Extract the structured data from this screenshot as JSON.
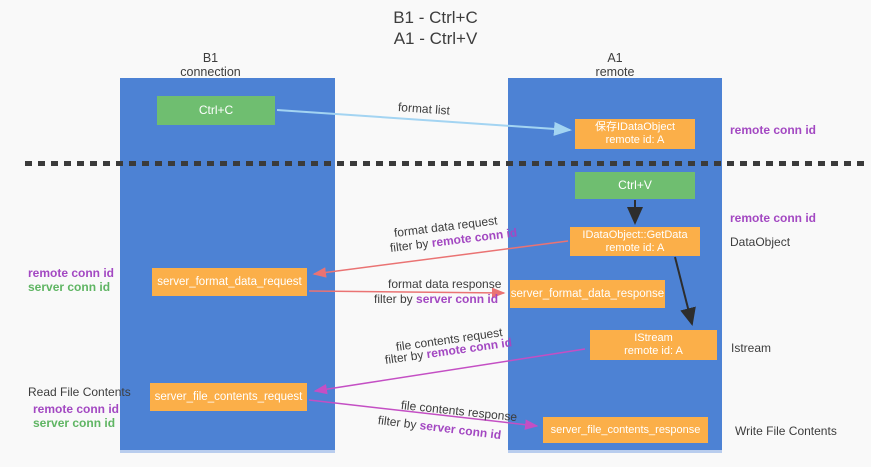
{
  "title": {
    "line1": "B1 - Ctrl+C",
    "line2": "A1 - Ctrl+V"
  },
  "lanes": {
    "left": {
      "name": "B1",
      "role": "connection"
    },
    "right": {
      "name": "A1",
      "role": "remote"
    }
  },
  "boxes": {
    "ctrl_c": {
      "label": "Ctrl+C"
    },
    "save_dataobject": {
      "line1": "保存IDataObject",
      "line2": "remote id: A"
    },
    "ctrl_v": {
      "label": "Ctrl+V"
    },
    "getdata": {
      "line1": "IDataObject::GetData",
      "line2": "remote id: A"
    },
    "format_request": {
      "label": "server_format_data_request"
    },
    "format_response": {
      "label": "server_format_data_response"
    },
    "istream": {
      "line1": "IStream",
      "line2": "remote id: A"
    },
    "file_request": {
      "label": "server_file_contents_request"
    },
    "file_response": {
      "label": "server_file_contents_response"
    }
  },
  "arrow_labels": {
    "format_list": "format list",
    "format_data_request": "format data request",
    "filter_remote_1": {
      "prefix": "filter by ",
      "highlight": "remote conn id"
    },
    "format_data_response": "format data response",
    "filter_server_1": {
      "prefix": "filter by ",
      "highlight": "server conn id"
    },
    "file_contents_request": "file contents request",
    "filter_remote_2": {
      "prefix": "filter by ",
      "highlight": "remote conn id"
    },
    "file_contents_response": "file contents response",
    "filter_server_2": {
      "prefix": "filter by ",
      "highlight": "server conn id"
    }
  },
  "side_labels": {
    "right_remote_top": "remote conn id",
    "right_remote_mid": "remote conn id",
    "dataobject": "DataObject",
    "istream": "Istream",
    "write_file": "Write File Contents",
    "left_remote_top": "remote conn id",
    "left_server_top": "server conn id",
    "read_file": "Read File Contents",
    "left_remote_bottom": "remote conn id",
    "left_server_bottom": "server conn id"
  },
  "colors": {
    "lane_blue": "#4d82d4",
    "box_green": "#6fbe70",
    "box_orange": "#fbaf49",
    "arrow_lightblue": "#a3d4f2",
    "arrow_red": "#ea7373",
    "arrow_magenta": "#c44fc4",
    "arrow_black": "#2d2d2d",
    "text_purple": "#a348c2",
    "text_green": "#5fb563",
    "background": "#f9f9f9"
  }
}
